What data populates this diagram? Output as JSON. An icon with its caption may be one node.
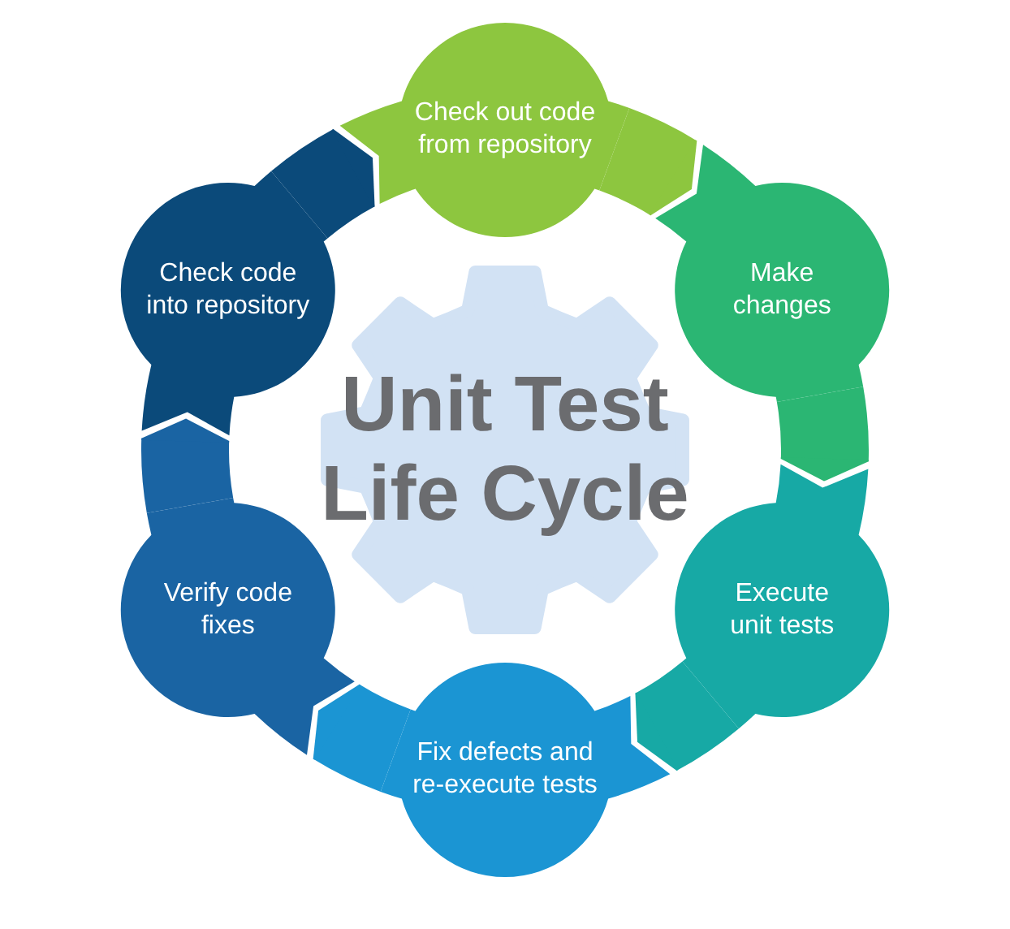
{
  "diagram": {
    "nodes": [
      {
        "text": [
          "Check out code from repository"
        ]
      },
      {
        "text": [
          "Make changes"
        ]
      },
      {
        "text": [
          "Execute unit tests"
        ]
      },
      {
        "text": [
          "Fix defects and re-execute tests"
        ]
      },
      {
        "text": [
          "Verify code fixes"
        ]
      },
      {
        "text": [
          "Check code into repository"
        ]
      },
      {
        "text": [
          "Unit Test Life Cycle"
        ]
      }
    ],
    "edges": [
      {
        "from": 0,
        "to": 1,
        "arrow": "to",
        "color": "#8dc63f"
      },
      {
        "from": 1,
        "to": 2,
        "arrow": "to",
        "color": "#2bb673"
      },
      {
        "from": 2,
        "to": 3,
        "arrow": "to",
        "color": "#17a9a5"
      },
      {
        "from": 3,
        "to": 4,
        "arrow": "to",
        "color": "#1b95d3"
      },
      {
        "from": 4,
        "to": 5,
        "arrow": "to",
        "color": "#1a64a3"
      },
      {
        "from": 5,
        "to": 0,
        "arrow": "to",
        "color": "#0b4a7a"
      }
    ]
  }
}
